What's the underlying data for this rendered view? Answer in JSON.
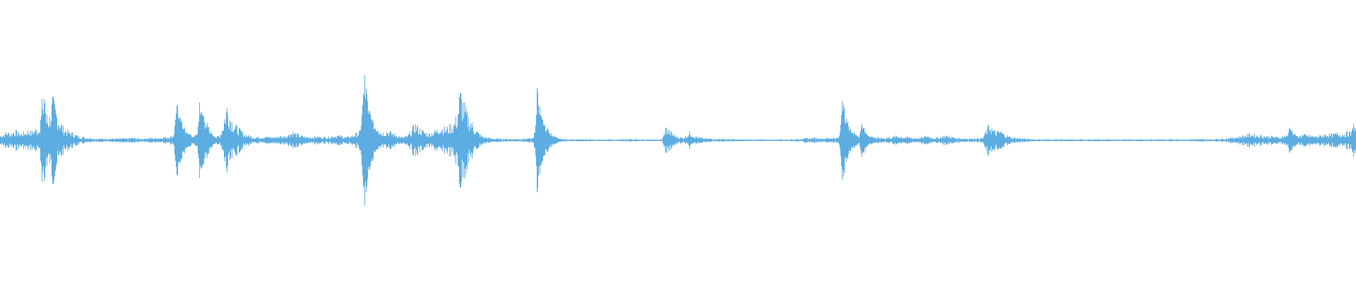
{
  "waveform": {
    "color": "#5dade2",
    "background": "#ffffff",
    "amplitude_envelope": [
      0.03,
      0.04,
      0.05,
      0.04,
      0.06,
      0.05,
      0.04,
      0.05,
      0.06,
      0.05,
      0.07,
      0.06,
      0.08,
      0.1,
      0.12,
      0.25,
      0.18,
      0.12,
      0.08,
      0.06,
      0.05,
      0.04,
      0.03,
      0.02,
      0.02,
      0.015,
      0.015,
      0.01,
      0.01,
      0.01,
      0.01,
      0.01,
      0.01,
      0.01,
      0.01,
      0.012,
      0.01,
      0.012,
      0.015,
      0.012,
      0.01,
      0.01,
      0.012,
      0.015,
      0.012,
      0.015,
      0.015,
      0.02,
      0.02,
      0.025,
      0.03,
      0.035,
      0.04,
      0.03,
      0.025,
      0.02,
      0.03,
      0.08,
      0.2,
      0.12,
      0.06,
      0.03,
      0.02,
      0.03,
      0.1,
      0.22,
      0.15,
      0.1,
      0.08,
      0.06,
      0.04,
      0.03,
      0.025,
      0.02,
      0.02,
      0.02,
      0.025,
      0.02,
      0.02,
      0.02,
      0.025,
      0.025,
      0.03,
      0.04,
      0.05,
      0.04,
      0.03,
      0.025,
      0.02,
      0.02,
      0.02,
      0.025,
      0.02,
      0.02,
      0.02,
      0.025,
      0.03,
      0.03,
      0.025,
      0.02,
      0.02,
      0.03,
      0.04,
      0.05,
      0.08,
      0.1,
      0.05,
      0.04,
      0.03,
      0.04,
      0.05,
      0.06,
      0.05,
      0.04,
      0.03,
      0.02,
      0.02,
      0.03,
      0.06,
      0.1,
      0.08,
      0.06,
      0.05,
      0.04,
      0.05,
      0.06,
      0.08,
      0.08,
      0.07,
      0.09,
      0.1,
      0.14,
      0.3,
      0.22,
      0.16,
      0.12,
      0.08,
      0.05,
      0.03,
      0.02,
      0.015,
      0.012,
      0.01,
      0.01,
      0.01,
      0.008,
      0.008,
      0.008,
      0.008,
      0.008,
      0.01,
      0.01,
      0.012,
      0.01,
      0.008,
      0.008,
      0.006,
      0.006,
      0.006,
      0.006,
      0.006,
      0.006,
      0.005,
      0.005,
      0.006,
      0.005,
      0.005,
      0.006,
      0.006,
      0.006,
      0.005,
      0.005,
      0.005,
      0.004,
      0.004,
      0.006,
      0.004,
      0.004,
      0.005,
      0.005,
      0.006,
      0.008,
      0.006,
      0.006,
      0.005,
      0.005,
      0.004,
      0.004,
      0.004,
      0.004,
      0.005,
      0.08,
      0.06,
      0.04,
      0.025,
      0.02,
      0.015,
      0.03,
      0.05,
      0.03,
      0.02,
      0.015,
      0.012,
      0.01,
      0.01,
      0.008,
      0.008,
      0.008,
      0.008,
      0.006,
      0.006,
      0.006,
      0.005,
      0.005,
      0.005,
      0.005,
      0.004,
      0.004,
      0.005,
      0.005,
      0.005,
      0.004,
      0.004,
      0.005,
      0.006,
      0.005,
      0.005,
      0.006,
      0.006,
      0.008,
      0.01,
      0.012,
      0.012,
      0.015,
      0.015,
      0.015,
      0.012,
      0.012,
      0.015,
      0.015,
      0.015,
      0.015,
      0.015,
      0.018,
      0.02,
      0.02,
      0.025,
      0.02,
      0.02,
      0.018,
      0.015,
      0.015,
      0.015,
      0.015,
      0.015,
      0.018,
      0.02,
      0.025,
      0.025,
      0.02,
      0.02,
      0.018,
      0.015,
      0.015,
      0.015,
      0.02,
      0.03,
      0.02,
      0.015,
      0.015,
      0.02,
      0.03,
      0.025,
      0.02,
      0.015,
      0.015,
      0.012,
      0.012,
      0.01,
      0.012,
      0.012,
      0.012,
      0.015,
      0.06,
      0.1,
      0.06,
      0.05,
      0.06,
      0.04,
      0.03,
      0.02,
      0.015,
      0.015,
      0.012,
      0.01,
      0.008,
      0.008,
      0.006,
      0.006,
      0.006,
      0.005,
      0.006,
      0.006,
      0.005,
      0.006,
      0.006,
      0.005,
      0.005,
      0.006,
      0.005,
      0.005,
      0.005,
      0.006,
      0.005,
      0.005,
      0.006,
      0.006,
      0.005,
      0.006,
      0.006,
      0.005,
      0.005,
      0.005,
      0.005,
      0.006,
      0.005,
      0.005,
      0.005,
      0.006,
      0.006,
      0.005,
      0.006,
      0.006,
      0.006,
      0.005,
      0.005,
      0.006,
      0.006,
      0.006,
      0.006,
      0.005,
      0.005,
      0.006,
      0.006,
      0.006,
      0.008,
      0.006,
      0.006,
      0.006,
      0.008,
      0.008,
      0.01,
      0.012,
      0.015,
      0.018,
      0.02,
      0.025,
      0.03,
      0.035,
      0.04,
      0.035,
      0.03,
      0.03,
      0.025,
      0.025,
      0.025,
      0.02,
      0.02,
      0.025,
      0.03,
      0.03,
      0.025,
      0.025,
      0.03,
      0.035,
      0.03,
      0.03,
      0.025,
      0.025,
      0.03,
      0.035,
      0.04,
      0.035,
      0.04,
      0.045,
      0.04,
      0.045,
      0.05,
      0.045,
      0.06
    ],
    "spikes": [
      {
        "at": 0.031,
        "amp": 0.45
      },
      {
        "at": 0.13,
        "amp": 0.35
      },
      {
        "at": 0.147,
        "amp": 0.3
      },
      {
        "at": 0.268,
        "amp": 0.65
      },
      {
        "at": 0.396,
        "amp": 0.42
      },
      {
        "at": 0.621,
        "amp": 0.35
      },
      {
        "at": 0.635,
        "amp": 0.15
      },
      {
        "at": 0.951,
        "amp": 0.12
      },
      {
        "at": 0.998,
        "amp": 0.15
      }
    ]
  }
}
